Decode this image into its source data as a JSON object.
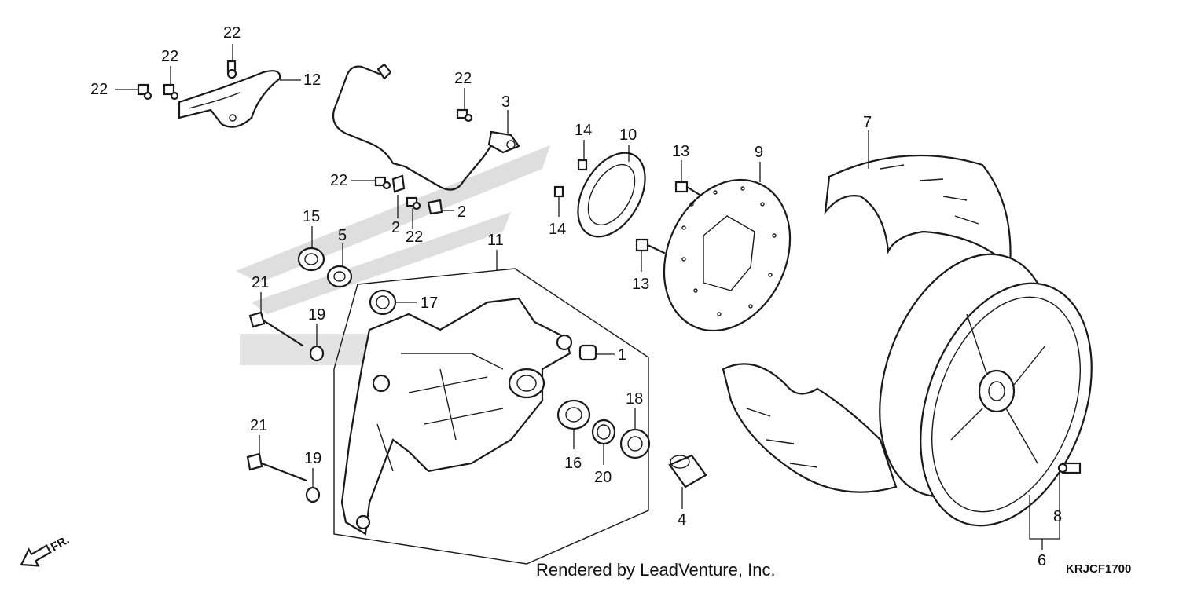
{
  "callouts": {
    "c1": "1",
    "c2a": "2",
    "c2b": "2",
    "c3": "3",
    "c4": "4",
    "c5": "5",
    "c6": "6",
    "c7": "7",
    "c8": "8",
    "c9": "9",
    "c10": "10",
    "c11": "11",
    "c12": "12",
    "c13a": "13",
    "c13b": "13",
    "c14a": "14",
    "c14b": "14",
    "c15": "15",
    "c16": "16",
    "c17": "17",
    "c18": "18",
    "c19a": "19",
    "c19b": "19",
    "c20": "20",
    "c21a": "21",
    "c21b": "21",
    "c22a": "22",
    "c22b": "22",
    "c22c": "22",
    "c22d": "22",
    "c22e": "22",
    "c22f": "22"
  },
  "front_indicator": "FR.",
  "footer": "Rendered by LeadVenture, Inc.",
  "diagram_code": "KRJCF1700",
  "colors": {
    "ink": "#1a1a1a",
    "watermark": "#d0d0d0",
    "background": "#ffffff"
  }
}
